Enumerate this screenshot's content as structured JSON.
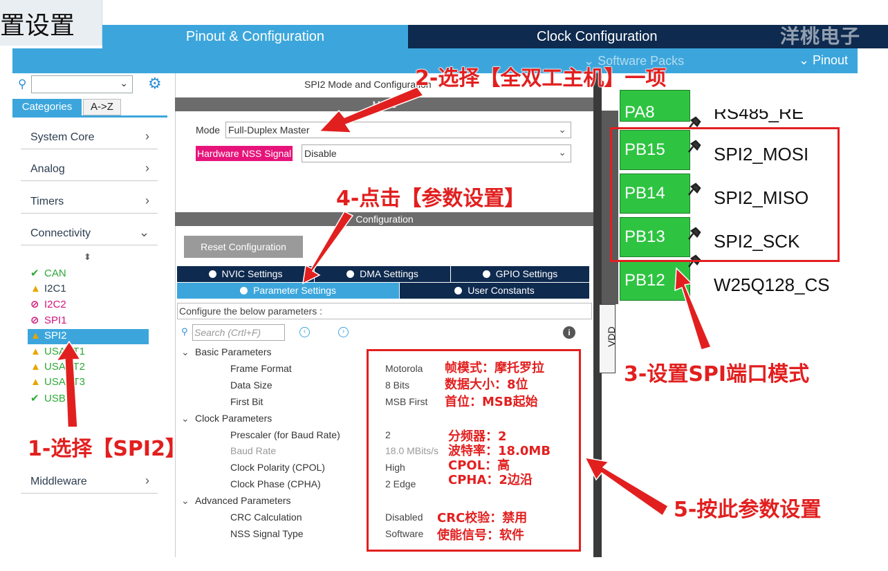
{
  "header": {
    "title_fragment": "置设置",
    "tab_pinout": "Pinout & Configuration",
    "tab_clock": "Clock Configuration",
    "watermark": "洋桃电子",
    "software_packs": "Software Packs",
    "pinout_menu": "Pinout"
  },
  "sidebar": {
    "tab_categories": "Categories",
    "tab_az": "A->Z",
    "categories": [
      {
        "label": "System Core"
      },
      {
        "label": "Analog"
      },
      {
        "label": "Timers"
      },
      {
        "label": "Connectivity"
      },
      {
        "label": "Middleware"
      }
    ],
    "peripherals": [
      {
        "label": "CAN",
        "status": "ok"
      },
      {
        "label": "I2C1",
        "status": "warn"
      },
      {
        "label": "I2C2",
        "status": "disabled"
      },
      {
        "label": "SPI1",
        "status": "disabled"
      },
      {
        "label": "SPI2",
        "status": "warn"
      },
      {
        "label": "USART1",
        "status": "warn"
      },
      {
        "label": "USART2",
        "status": "warn"
      },
      {
        "label": "USART3",
        "status": "warn"
      },
      {
        "label": "USB",
        "status": "ok"
      }
    ]
  },
  "mode_panel": {
    "title": "SPI2 Mode and Configuration",
    "mode_header": "Mode",
    "mode_label": "Mode",
    "mode_value": "Full-Duplex Master",
    "nss_label": "Hardware NSS Signal",
    "nss_value": "Disable"
  },
  "config_panel": {
    "header": "Configuration",
    "reset_button": "Reset Configuration",
    "tabs": [
      {
        "label": "NVIC Settings"
      },
      {
        "label": "DMA Settings"
      },
      {
        "label": "GPIO Settings"
      },
      {
        "label": "Parameter Settings"
      },
      {
        "label": "User Constants"
      }
    ],
    "configure_text": "Configure the below parameters :",
    "search_placeholder": "Search (Crtl+F)",
    "groups": [
      {
        "label": "Basic Parameters",
        "params": [
          {
            "name": "Frame Format",
            "value": "Motorola"
          },
          {
            "name": "Data Size",
            "value": "8 Bits"
          },
          {
            "name": "First Bit",
            "value": "MSB First"
          }
        ]
      },
      {
        "label": "Clock Parameters",
        "params": [
          {
            "name": "Prescaler (for Baud Rate)",
            "value": "2"
          },
          {
            "name": "Baud Rate",
            "value": "18.0 MBits/s"
          },
          {
            "name": "Clock Polarity (CPOL)",
            "value": "High"
          },
          {
            "name": "Clock Phase (CPHA)",
            "value": "2 Edge"
          }
        ]
      },
      {
        "label": "Advanced Parameters",
        "params": [
          {
            "name": "CRC Calculation",
            "value": "Disabled"
          },
          {
            "name": "NSS Signal Type",
            "value": "Software"
          }
        ]
      }
    ]
  },
  "chip": {
    "vdd_label": "VDD",
    "pins": [
      {
        "pin": "PA8",
        "label": "RS485_RE"
      },
      {
        "pin": "PB15",
        "label": "SPI2_MOSI"
      },
      {
        "pin": "PB14",
        "label": "SPI2_MISO"
      },
      {
        "pin": "PB13",
        "label": "SPI2_SCK"
      },
      {
        "pin": "PB12",
        "label": "W25Q128_CS"
      }
    ]
  },
  "annotations": {
    "step1": "1-选择【SPI2】",
    "step2": "2-选择【全双工主机】一项",
    "step3": "3-设置SPI端口模式",
    "step4": "4-点击【参数设置】",
    "step5": "5-按此参数设置",
    "notes": [
      "帧模式：摩托罗拉",
      "数据大小：8位",
      "首位：MSB起始",
      "分频器：2",
      "波特率：18.0MB",
      "CPOL：高",
      "CPHA：2边沿",
      "CRC校验：禁用",
      "使能信号：软件"
    ]
  },
  "colors": {
    "accent_blue": "#3ca6dc",
    "dark_navy": "#0e2a4f",
    "pin_green": "#2ec441",
    "annotation_red": "#e21f1f",
    "nss_magenta": "#e6147a"
  }
}
